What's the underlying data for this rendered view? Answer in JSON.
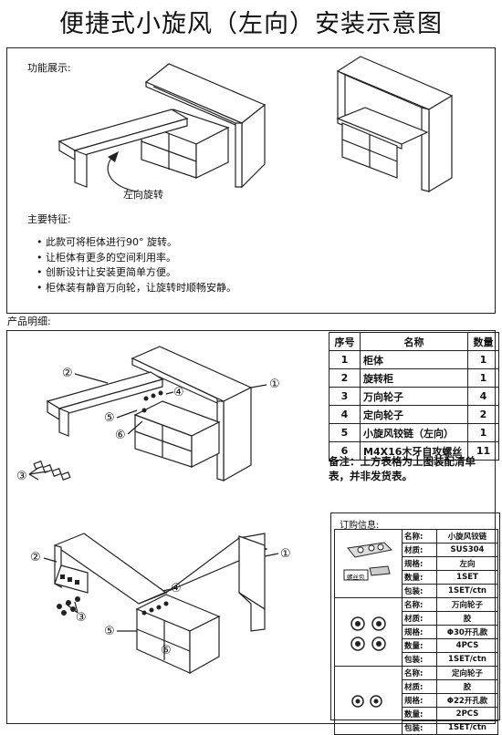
{
  "title": "便捷式小旋风（左向）安装示意图",
  "function_section": {
    "heading": "功能展示:",
    "rotate_label": "左向旋转"
  },
  "features_section": {
    "heading": "主要特征:",
    "items": [
      "• 此款可将柜体进行90° 旋转。",
      "• 让柜体有更多的空间利用率。",
      "• 创新设计让安装更简单方便。",
      "• 柜体装有静音万向轮，让旋转时顺畅安静。"
    ]
  },
  "product_section": {
    "heading": "产品明细:",
    "callouts": [
      "①",
      "②",
      "③",
      "④",
      "⑤",
      "⑥"
    ]
  },
  "parts_table": {
    "headers": [
      "序号",
      "名称",
      "数量"
    ],
    "rows": [
      {
        "no": "1",
        "name": "柜体",
        "qty": "1"
      },
      {
        "no": "2",
        "name": "旋转柜",
        "qty": "1"
      },
      {
        "no": "3",
        "name": "万向轮子",
        "qty": "4"
      },
      {
        "no": "4",
        "name": "定向轮子",
        "qty": "2"
      },
      {
        "no": "5",
        "name": "小旋风铰链（左向）",
        "qty": "1"
      },
      {
        "no": "6",
        "name": "M4X16木牙自攻螺丝",
        "qty": "11"
      }
    ],
    "note_line1": "备注：上方表格为上图装配清单",
    "note_line2": "表，并非发货表。"
  },
  "order_info": {
    "heading": "订购信息:",
    "screw_bag_label": "螺丝包",
    "items": [
      {
        "rows": [
          [
            "名称:",
            "小旋风铰链"
          ],
          [
            "材质:",
            "SUS304"
          ],
          [
            "规格:",
            "左向"
          ],
          [
            "数量:",
            "1SET"
          ],
          [
            "包装:",
            "1SET/ctn"
          ]
        ]
      },
      {
        "rows": [
          [
            "名称:",
            "万向轮子"
          ],
          [
            "材质:",
            "胶"
          ],
          [
            "规格:",
            "Φ30开孔款"
          ],
          [
            "数量:",
            "4PCS"
          ],
          [
            "包装:",
            "1SET/ctn"
          ]
        ]
      },
      {
        "rows": [
          [
            "名称:",
            "定向轮子"
          ],
          [
            "材质:",
            "胶"
          ],
          [
            "规格:",
            "Φ22开孔款"
          ],
          [
            "数量:",
            "2PCS"
          ],
          [
            "包装:",
            "1SET/ctn"
          ]
        ]
      }
    ]
  }
}
